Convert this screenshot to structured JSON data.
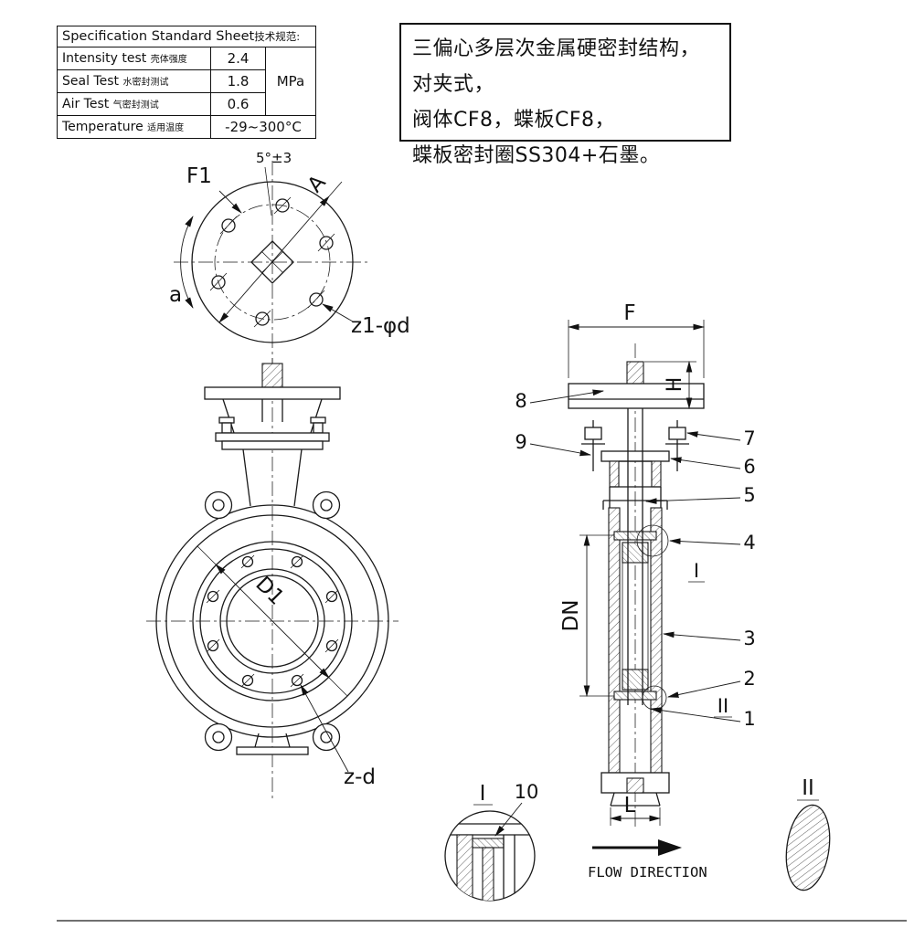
{
  "spec_table": {
    "title_en": "Specification Standard Sheet",
    "title_cn": "技术规范:",
    "rows": [
      {
        "label_en": "Intensity test",
        "label_cn": "壳体强度",
        "value": "2.4"
      },
      {
        "label_en": "Seal Test",
        "label_cn": "水密封测试",
        "value": "1.8"
      },
      {
        "label_en": "Air Test",
        "label_cn": "气密封测试",
        "value": "0.6"
      }
    ],
    "unit": "MPa",
    "temp_label_en": "Temperature",
    "temp_label_cn": "适用温度",
    "temp_value": "-29~300°C"
  },
  "notes": {
    "line1": "三偏心多层次金属硬密封结构，对夹式，",
    "line2": "阀体CF8，蝶板CF8，",
    "line3": "蝶板密封圈SS304+石墨。"
  },
  "flange_view": {
    "f1": "F1",
    "a_diag": "A",
    "angle": "5°±3",
    "a_arc": "a",
    "bolt_callout": "z1-φd"
  },
  "front_view": {
    "d1": "D1",
    "bolt_callout": "z-d"
  },
  "section_view": {
    "f": "F",
    "h": "H",
    "dn": "DN",
    "l": "L",
    "p1": "1",
    "p2": "2",
    "p3": "3",
    "p4": "4",
    "p5": "5",
    "p6": "6",
    "p7": "7",
    "p8": "8",
    "p9": "9",
    "detail_i": "I",
    "detail_ii": "II"
  },
  "detail_i": {
    "label": "I",
    "p10": "10"
  },
  "detail_ii": {
    "label": "II"
  },
  "flow": {
    "label": "FLOW DIRECTION"
  }
}
